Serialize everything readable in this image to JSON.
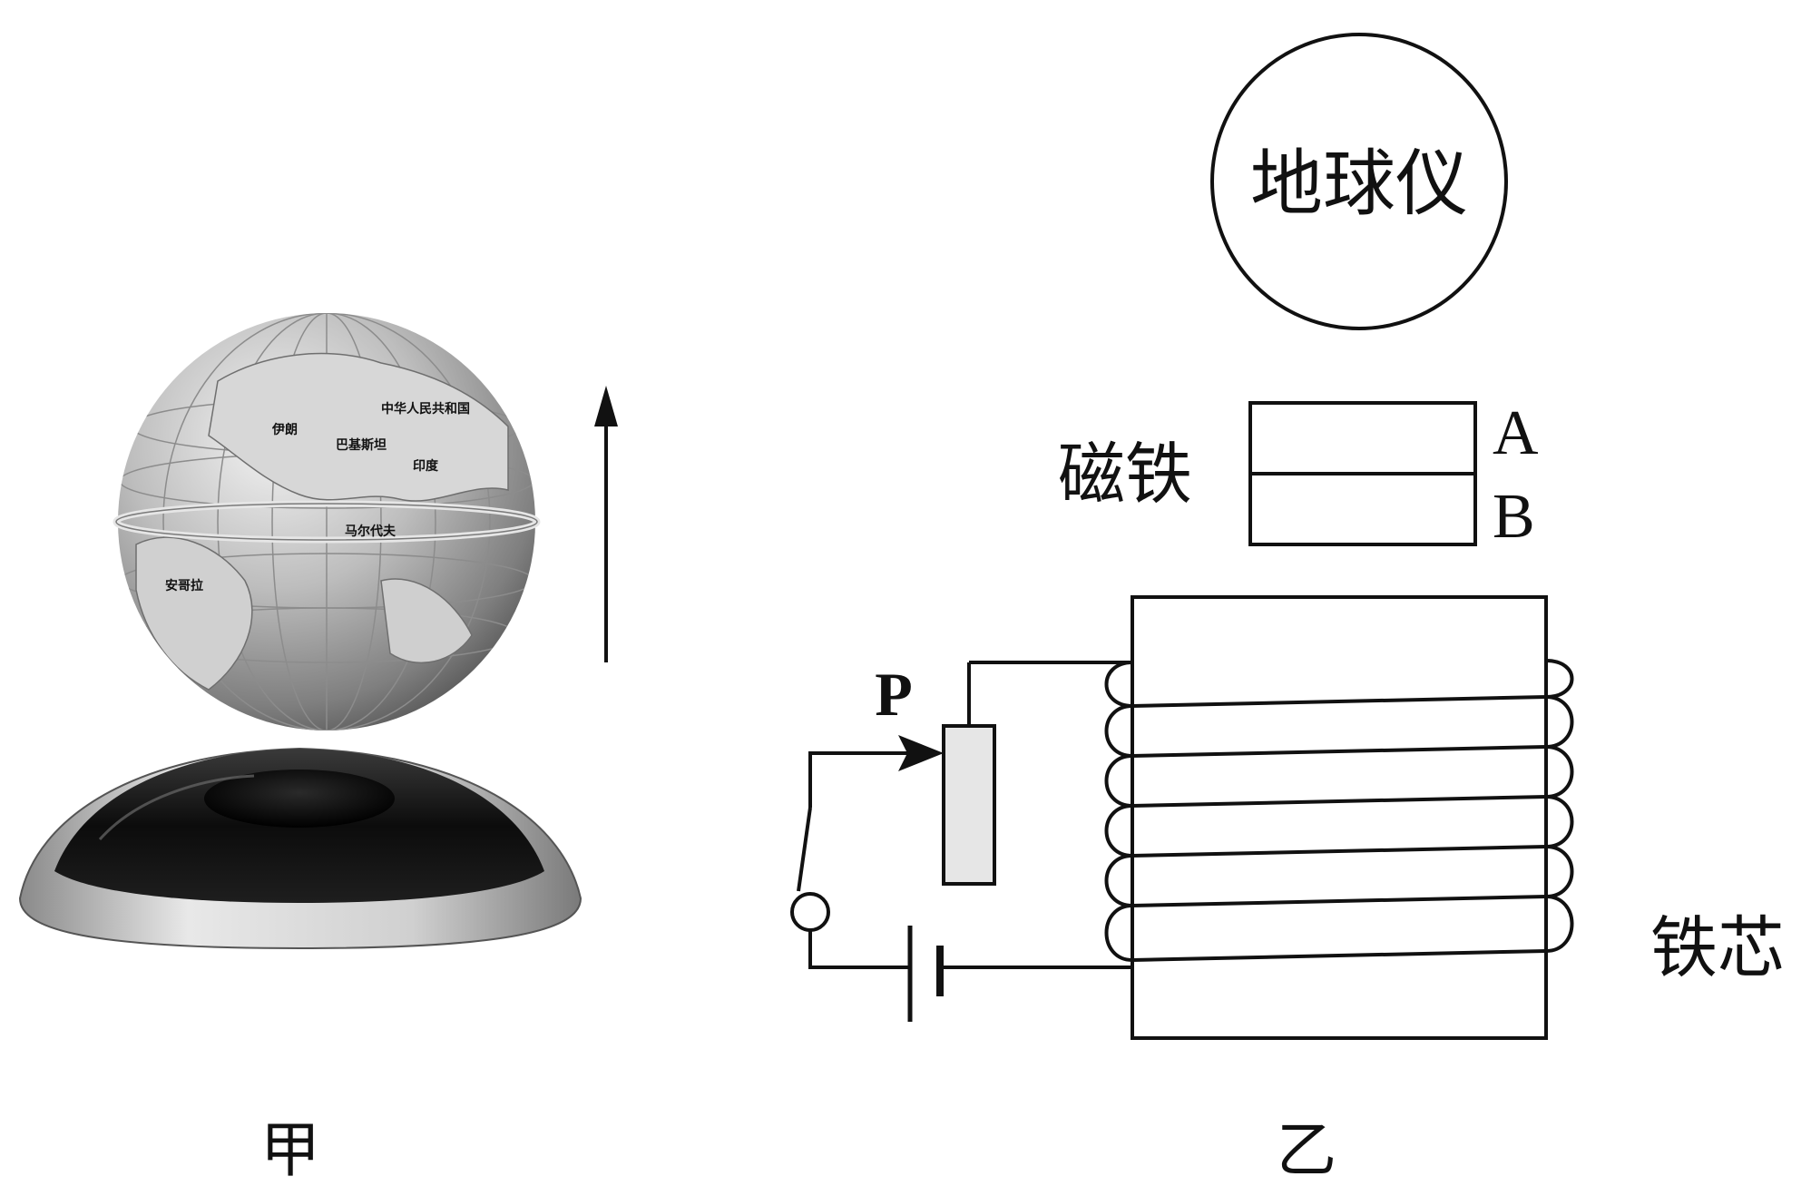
{
  "figure_a": {
    "caption": "甲",
    "globe_map_labels": [
      "中华人民共和国",
      "伊朗",
      "印度",
      "巴基斯坦",
      "安哥拉",
      "马尔代夫"
    ]
  },
  "figure_b": {
    "caption": "乙",
    "globe_label": "地球仪",
    "magnet_label": "磁铁",
    "pole_a": "A",
    "pole_b": "B",
    "slider_label": "P",
    "core_label": "铁芯"
  },
  "colors": {
    "line": "#111111",
    "rheostat_fill": "#e6e6e6",
    "globe_silver": "#b9b9b9",
    "base_black": "#151515",
    "base_silver": "#c8c8c8"
  }
}
